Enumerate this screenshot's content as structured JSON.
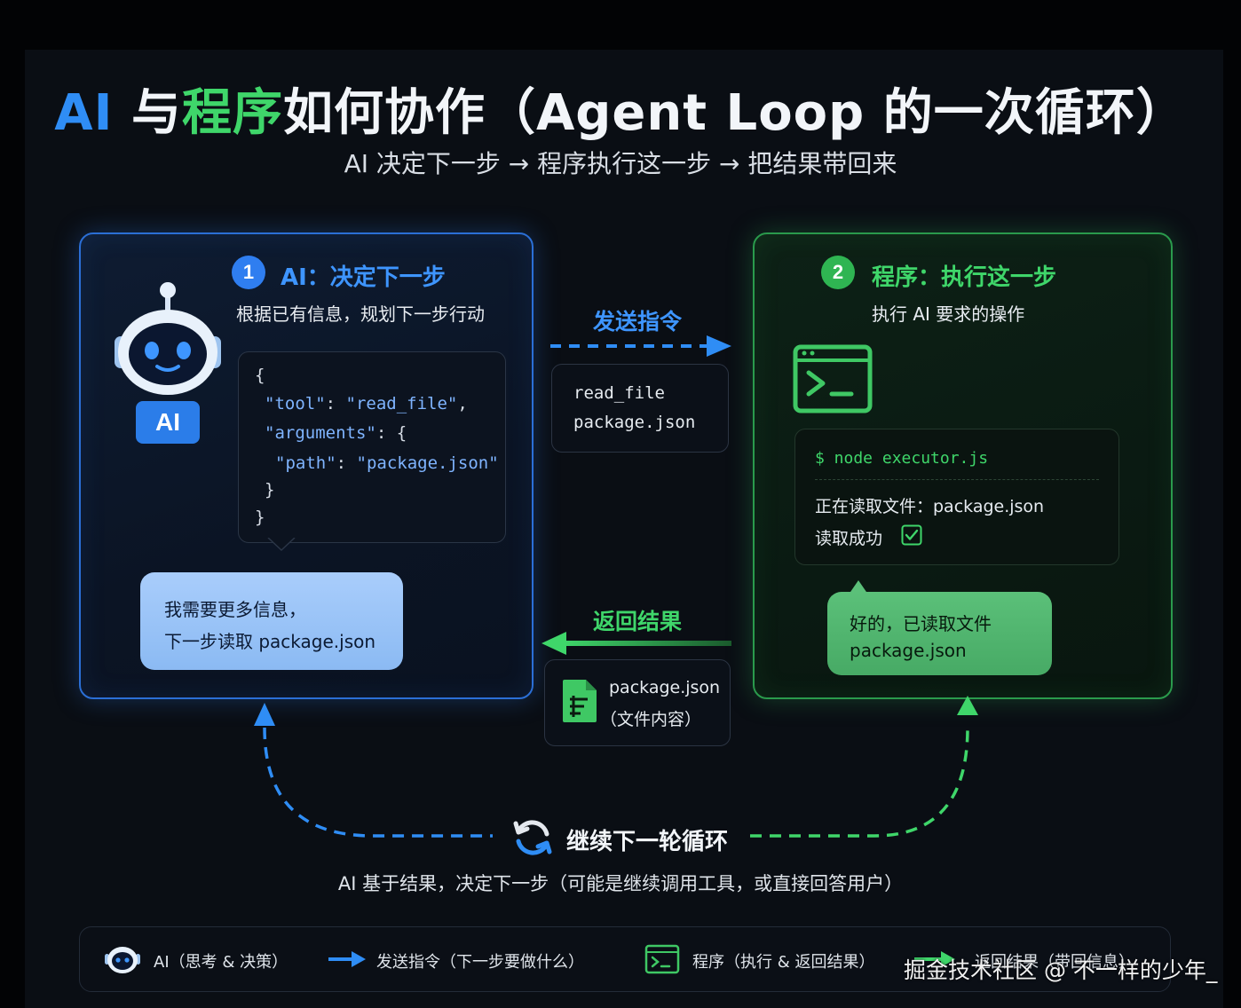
{
  "title": {
    "part_ai": "AI",
    "part_with": " 与",
    "part_program": "程序",
    "part_rest": "如何协作（Agent Loop 的一次循环）"
  },
  "subtitle": "AI 决定下一步  →  程序执行这一步  →  把结果带回来",
  "ai_panel": {
    "step_number": "1",
    "step_title": "AI：决定下一步",
    "step_desc": "根据已有信息，规划下一步行动",
    "badge": "AI",
    "code": {
      "line1": "{",
      "key_tool": "\"tool\"",
      "val_tool": "\"read_file\"",
      "key_arguments": "\"arguments\"",
      "key_path": "\"path\"",
      "val_path": "\"package.json\"",
      "close_inner": "}",
      "close_outer": "}"
    },
    "bubble_line1": "我需要更多信息，",
    "bubble_line2": "下一步读取 package.json"
  },
  "program_panel": {
    "step_number": "2",
    "step_title": "程序：执行这一步",
    "step_desc": "执行 AI 要求的操作",
    "terminal_command": "$ node executor.js",
    "terminal_line1": "正在读取文件：package.json",
    "terminal_line2": "读取成功",
    "bubble_line1": "好的，已读取文件",
    "bubble_line2": "package.json"
  },
  "send_arrow": {
    "label": "发送指令",
    "message_line1": "read_file",
    "message_line2": "package.json"
  },
  "return_arrow": {
    "label": "返回结果",
    "message_line1": "package.json",
    "message_line2": "（文件内容）"
  },
  "loop": {
    "label": "继续下一轮循环",
    "desc": "AI 基于结果，决定下一步（可能是继续调用工具，或直接回答用户）"
  },
  "legend": {
    "ai": "AI（思考 & 决策）",
    "send": "发送指令（下一步要做什么）",
    "program": "程序（执行 & 返回结果）",
    "return": "返回结果（带回信息）"
  },
  "watermark": "掘金技术社区 @ 不一样的少年_",
  "colors": {
    "ai_blue": "#2f8df5",
    "program_green": "#3fd66a",
    "background": "#0a0e14"
  }
}
